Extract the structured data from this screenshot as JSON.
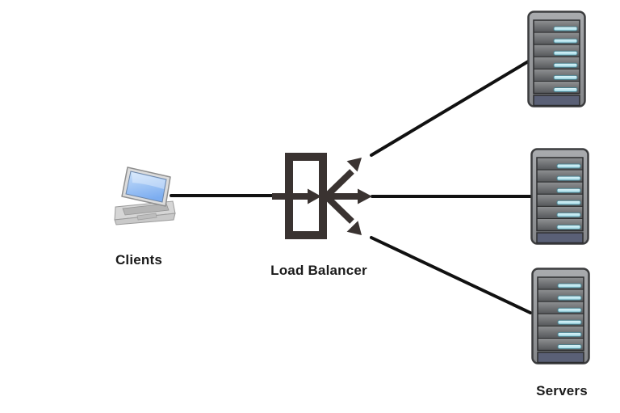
{
  "diagram": {
    "type": "network-topology",
    "nodes": {
      "clients": {
        "label": "Clients",
        "icon": "laptop-icon"
      },
      "load_balancer": {
        "label": "Load Balancer",
        "icon": "load-balancer-icon"
      },
      "servers": {
        "label": "Servers",
        "icon": "server-rack-icon",
        "count": 3
      }
    },
    "edges": [
      {
        "from": "clients",
        "to": "load_balancer"
      },
      {
        "from": "load_balancer",
        "to": "server-1"
      },
      {
        "from": "load_balancer",
        "to": "server-2"
      },
      {
        "from": "load_balancer",
        "to": "server-3"
      }
    ]
  },
  "colors": {
    "background": "#ffffff",
    "line": "#111111",
    "lb_symbol": "#3a3331",
    "laptop_screen_light": "#c9e0fa",
    "laptop_screen_dark": "#7cadf0",
    "laptop_body": "#d6d6d6",
    "server_case_light": "#a9abae",
    "server_case_dark": "#85878a",
    "server_bay_light": "#8f9193",
    "server_bay_dark": "#55575a",
    "server_strip_light": "#e2f6fa",
    "server_strip_dark": "#9ed9e6",
    "server_panel": "#5a6076"
  }
}
